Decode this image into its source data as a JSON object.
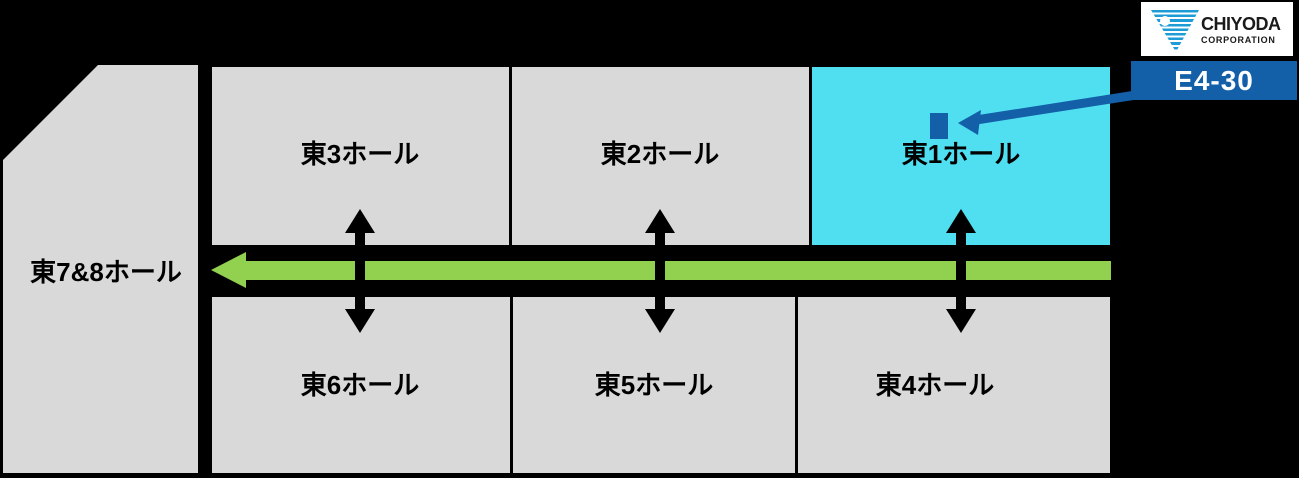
{
  "colors": {
    "background": "#000000",
    "hall_fill": "#D9D9D9",
    "highlight_fill": "#50DFF0",
    "route_arrow_green": "#92D050",
    "accent_blue": "#135FA8",
    "logo_blue": "#1E9CD6"
  },
  "halls": {
    "east7_8": {
      "label": "東7&8ホール"
    },
    "east3": {
      "label": "東3ホール"
    },
    "east2": {
      "label": "東2ホール"
    },
    "east1": {
      "label": "東1ホール"
    },
    "east6": {
      "label": "東6ホール"
    },
    "east5": {
      "label": "東5ホール"
    },
    "east4": {
      "label": "東4ホール"
    }
  },
  "booth_badge": {
    "number": "E4-30"
  },
  "logo": {
    "company": "CHIYODA",
    "suffix": "CORPORATION"
  }
}
